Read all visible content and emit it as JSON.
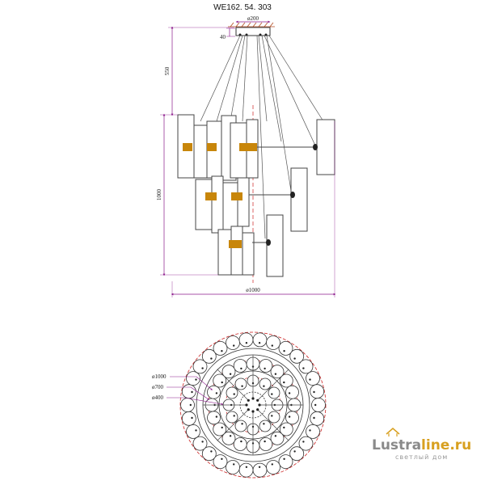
{
  "model": "WE162. 54. 303",
  "side_view": {
    "canopy_diameter": "ø200",
    "canopy_height": "40",
    "suspension_length": "550",
    "body_height": "1000",
    "overall_diameter": "ø1000"
  },
  "top_view": {
    "diameters": [
      "ø1000",
      "ø700",
      "ø400"
    ]
  },
  "watermark": {
    "brand_part1": "Lustra",
    "brand_part2": "line.ru",
    "tagline": "светлый дом"
  },
  "colors": {
    "dimension": "#8b1a8b",
    "axis": "#cc2222",
    "line": "#333333",
    "accent_amber": "#c8860a",
    "logo_gray": "#8a8a8a",
    "logo_gold": "#d8a020"
  }
}
